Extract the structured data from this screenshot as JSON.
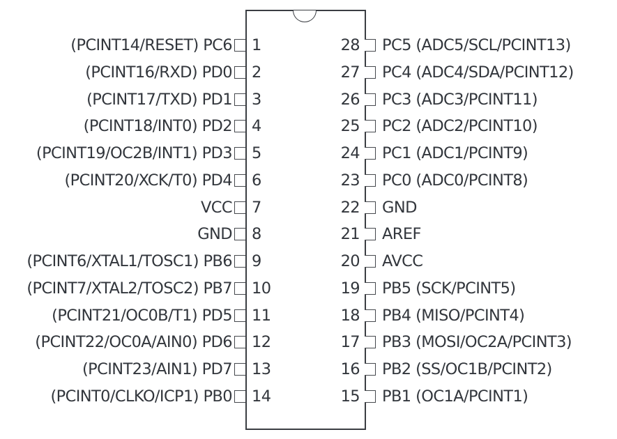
{
  "diagram": {
    "type": "IC pinout",
    "package": "28-pin DIP",
    "line_color": "#3a3d42",
    "text_color": "#32363c",
    "left_pins": [
      {
        "number": "1",
        "label": "(PCINT14/RESET) PC6"
      },
      {
        "number": "2",
        "label": "(PCINT16/RXD) PD0"
      },
      {
        "number": "3",
        "label": "(PCINT17/TXD) PD1"
      },
      {
        "number": "4",
        "label": "(PCINT18/INT0) PD2"
      },
      {
        "number": "5",
        "label": "(PCINT19/OC2B/INT1) PD3"
      },
      {
        "number": "6",
        "label": "(PCINT20/XCK/T0) PD4"
      },
      {
        "number": "7",
        "label": "VCC"
      },
      {
        "number": "8",
        "label": "GND"
      },
      {
        "number": "9",
        "label": "(PCINT6/XTAL1/TOSC1) PB6"
      },
      {
        "number": "10",
        "label": "(PCINT7/XTAL2/TOSC2) PB7"
      },
      {
        "number": "11",
        "label": "(PCINT21/OC0B/T1) PD5"
      },
      {
        "number": "12",
        "label": "(PCINT22/OC0A/AIN0) PD6"
      },
      {
        "number": "13",
        "label": "(PCINT23/AIN1) PD7"
      },
      {
        "number": "14",
        "label": "(PCINT0/CLKO/ICP1) PB0"
      }
    ],
    "right_pins": [
      {
        "number": "28",
        "label": "PC5 (ADC5/SCL/PCINT13)"
      },
      {
        "number": "27",
        "label": "PC4 (ADC4/SDA/PCINT12)"
      },
      {
        "number": "26",
        "label": "PC3 (ADC3/PCINT11)"
      },
      {
        "number": "25",
        "label": "PC2 (ADC2/PCINT10)"
      },
      {
        "number": "24",
        "label": "PC1 (ADC1/PCINT9)"
      },
      {
        "number": "23",
        "label": "PC0 (ADC0/PCINT8)"
      },
      {
        "number": "22",
        "label": "GND"
      },
      {
        "number": "21",
        "label": "AREF"
      },
      {
        "number": "20",
        "label": "AVCC"
      },
      {
        "number": "19",
        "label": "PB5 (SCK/PCINT5)"
      },
      {
        "number": "18",
        "label": "PB4 (MISO/PCINT4)"
      },
      {
        "number": "17",
        "label": "PB3 (MOSI/OC2A/PCINT3)"
      },
      {
        "number": "16",
        "label": "PB2 (SS/OC1B/PCINT2)"
      },
      {
        "number": "15",
        "label": "PB1 (OC1A/PCINT1)"
      }
    ]
  }
}
